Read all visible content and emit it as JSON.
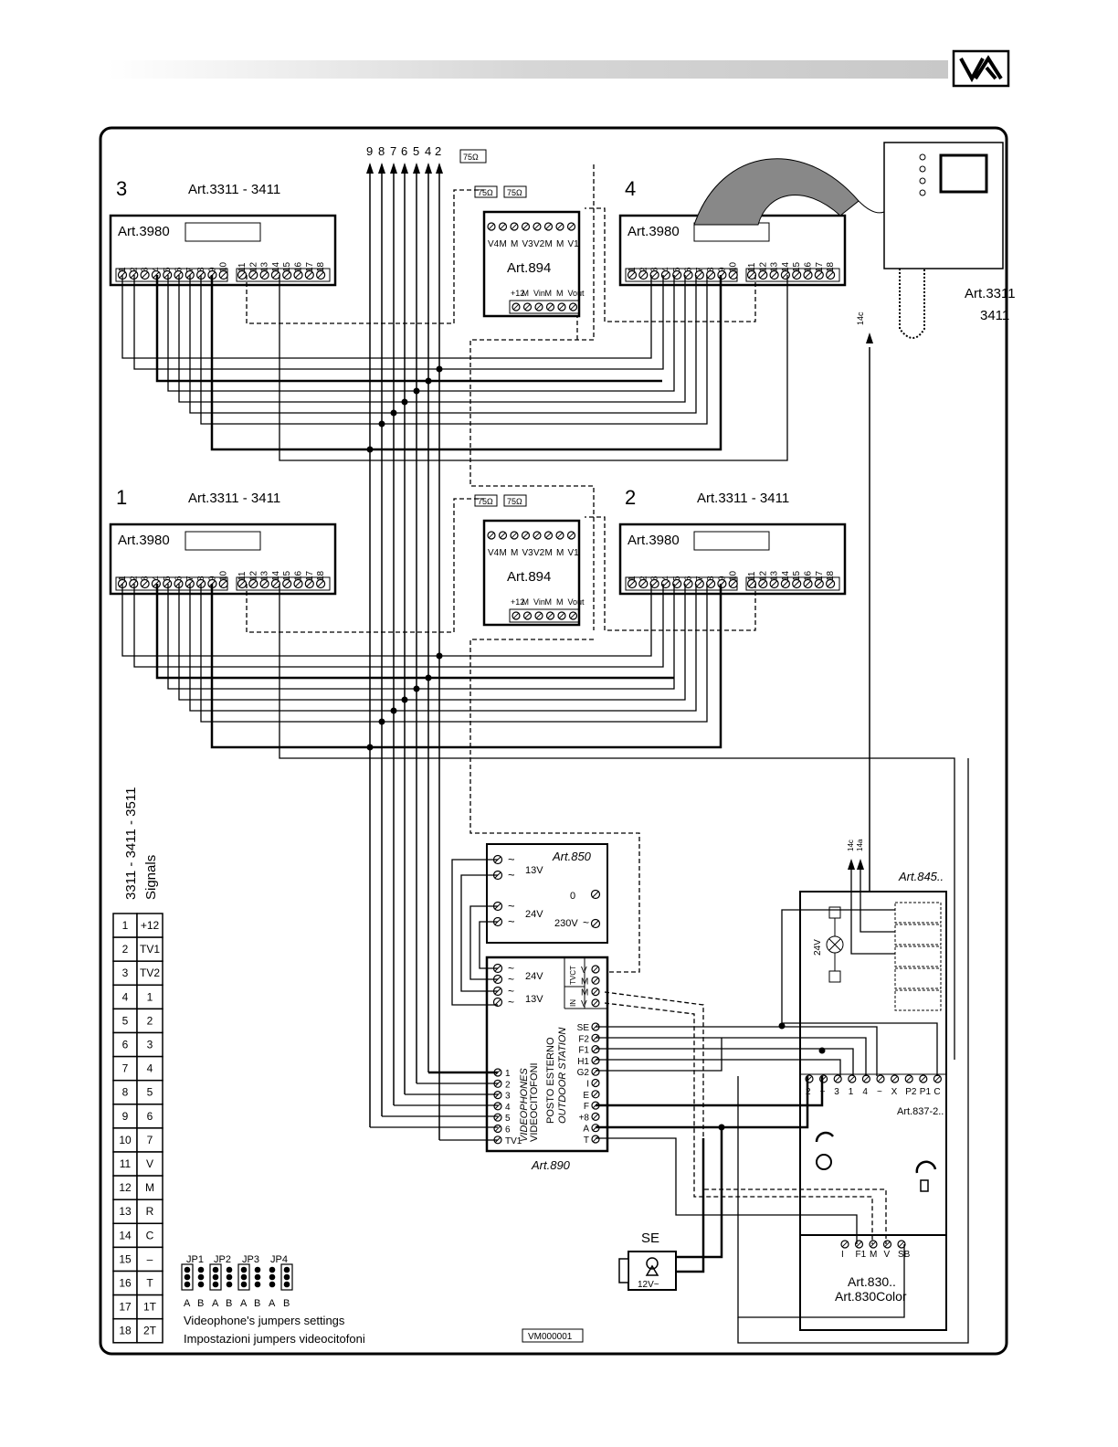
{
  "header": {
    "logo_text": "VX"
  },
  "top_arrows": {
    "labels": [
      "9",
      "8",
      "7",
      "6",
      "5",
      "4",
      "2"
    ]
  },
  "groups": [
    {
      "number": "3",
      "model": "Art.3311 - 3411",
      "board": "Art.3980"
    },
    {
      "number": "4",
      "model": "",
      "board": "Art.3980"
    },
    {
      "number": "1",
      "model": "Art.3311 - 3411",
      "board": "Art.3980"
    },
    {
      "number": "2",
      "model": "Art.3311 - 3411",
      "board": "Art.3980"
    }
  ],
  "terminal_numbers": [
    "1",
    "2",
    "3",
    "4",
    "5",
    "6",
    "7",
    "8",
    "9",
    "10",
    "11",
    "12",
    "13",
    "14",
    "15",
    "16",
    "17",
    "18"
  ],
  "distributor": {
    "title": "Art.894",
    "top_labels": [
      "V4",
      "M",
      "M",
      "V3",
      "V2",
      "M",
      "M",
      "V1"
    ],
    "bottom_labels": [
      "+12",
      "M",
      "Vin",
      "M",
      "M",
      "Vout"
    ],
    "resistor": "75"
  },
  "monitor": {
    "label_line1": "Art.3311",
    "label_line2": "3411",
    "arrow_label": "14c"
  },
  "signals_table": {
    "title_line1": "3311 - 3411 - 3511",
    "title_line2": "Signals",
    "rows": [
      [
        "1",
        "+12"
      ],
      [
        "2",
        "TV1"
      ],
      [
        "3",
        "TV2"
      ],
      [
        "4",
        "1"
      ],
      [
        "5",
        "2"
      ],
      [
        "6",
        "3"
      ],
      [
        "7",
        "4"
      ],
      [
        "8",
        "5"
      ],
      [
        "9",
        "6"
      ],
      [
        "10",
        "7"
      ],
      [
        "11",
        "V"
      ],
      [
        "12",
        "M"
      ],
      [
        "13",
        "R"
      ],
      [
        "14",
        "C"
      ],
      [
        "15",
        "–"
      ],
      [
        "16",
        "T"
      ],
      [
        "17",
        "1T"
      ],
      [
        "18",
        "2T"
      ]
    ]
  },
  "jumpers": {
    "names": [
      "JP1",
      "JP2",
      "JP3",
      "JP4"
    ],
    "letters": [
      "A",
      "B",
      "A",
      "B",
      "A",
      "B",
      "A",
      "B"
    ],
    "caption_en": "Videophone's jumpers settings",
    "caption_it": "Impostazioni jumpers videocitofoni"
  },
  "psu": {
    "title": "Art.850",
    "v13": "13V",
    "v24": "24V",
    "zero": "0",
    "mains": "230V"
  },
  "art890": {
    "title": "Art.890",
    "left_terms": [
      "1",
      "2",
      "3",
      "4",
      "5",
      "6",
      "TV1"
    ],
    "v24": "24V",
    "v13": "13V",
    "right_top": [
      "V",
      "M",
      "M",
      "V"
    ],
    "right_terms": [
      "SE",
      "F2",
      "F1",
      "H1",
      "G2",
      "I",
      "E",
      "F",
      "+8",
      "A",
      "T"
    ],
    "vertical_1": "VIDEOPHONES",
    "vertical_2": "VIDEOCITOFONI",
    "vertical_3": "POSTO ESTERNO",
    "vertical_4": "OUTDOOR STATION",
    "tvct": "TVCT",
    "in": "IN"
  },
  "art845": {
    "title": "Art.845..",
    "voltage": "24V",
    "arrow_labels": [
      "14c",
      "14a"
    ]
  },
  "art837": {
    "title": "Art.837-2..",
    "terms": [
      "2",
      "~",
      "3",
      "1",
      "4",
      "~",
      "X",
      "P2",
      "P1",
      "C"
    ]
  },
  "art830": {
    "line1": "Art.830..",
    "line2": "Art.830Color",
    "terms": [
      "I",
      "F1",
      "M",
      "V",
      "SB"
    ]
  },
  "se_lock": {
    "title": "SE",
    "voltage": "12V~"
  },
  "drawing_code": "VM000001"
}
